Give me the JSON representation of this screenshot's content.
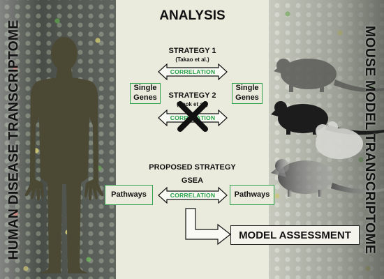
{
  "title": "ANALYSIS",
  "left_title": "HUMAN DISEASE TRANSCRIPTOME",
  "right_title": "MOUSE MODEL TRANSCRIPTOME",
  "strategy1": {
    "name": "STRATEGY 1",
    "citation": "(Takao et al.)",
    "method": "CORRELATION"
  },
  "strategy2": {
    "name": "STRATEGY 2",
    "citation": "(Seok et al.)",
    "method": "CORRELATION"
  },
  "proposed": {
    "name": "PROPOSED STRATEGY",
    "method_name": "GSEA",
    "method": "CORRELATION"
  },
  "boxes": {
    "single_genes": "Single Genes",
    "pathways": "Pathways"
  },
  "assessment": "MODEL ASSESSMENT",
  "colors": {
    "panel": "#ebebdd",
    "correlation": "#25a045",
    "box_border": "#2da24a",
    "silhouette": "#4b4833"
  }
}
